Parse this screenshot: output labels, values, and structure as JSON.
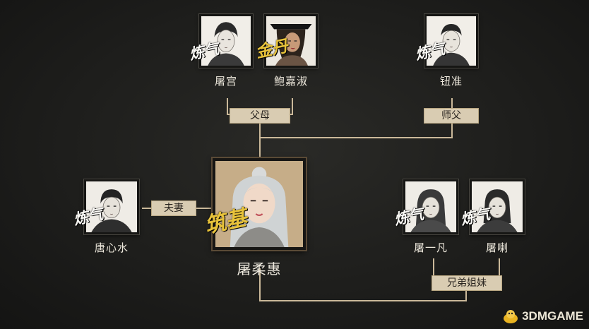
{
  "main_character": {
    "name": "屠柔惠",
    "badge": "筑基"
  },
  "relations": {
    "parents": {
      "label": "父母",
      "members": [
        {
          "name": "屠宫",
          "badge": "炼气"
        },
        {
          "name": "鲍嘉淑",
          "badge": "金丹"
        }
      ]
    },
    "master": {
      "label": "师父",
      "members": [
        {
          "name": "钮准",
          "badge": "炼气"
        }
      ]
    },
    "spouse": {
      "label": "夫妻",
      "members": [
        {
          "name": "唐心水",
          "badge": "炼气"
        }
      ]
    },
    "siblings": {
      "label": "兄弟姐妹",
      "members": [
        {
          "name": "屠一凡",
          "badge": "炼气"
        },
        {
          "name": "屠喇",
          "badge": "炼气"
        }
      ]
    }
  },
  "watermark": {
    "text": "3DMGAME"
  },
  "colors": {
    "background": "#1d1d1b",
    "line": "#cbb99a",
    "tag_bg": "#d9ccb2",
    "gold_badge": "#e7c23a"
  }
}
